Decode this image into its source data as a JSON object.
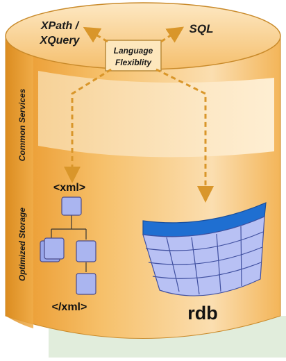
{
  "labels": {
    "xpath_line1": "XPath /",
    "xpath_line2": "XQuery",
    "sql": "SQL",
    "language_line1": "Language",
    "language_line2": "Flexiblity",
    "common_services": "Common Services",
    "optimized_storage": "Optimized Storage",
    "xml_open": "<xml>",
    "xml_close": "</xml>",
    "rdb": "rdb"
  },
  "colors": {
    "cylinder_orange": "#f0a53a",
    "cylinder_light": "#fbe2b6",
    "arrow": "#d9962a",
    "node_blue": "#a9b6f2",
    "table_header": "#1f6fd1",
    "table_cells": "#b8c1f4"
  },
  "icons": [
    "xml-tree-icon",
    "relational-table-icon"
  ]
}
